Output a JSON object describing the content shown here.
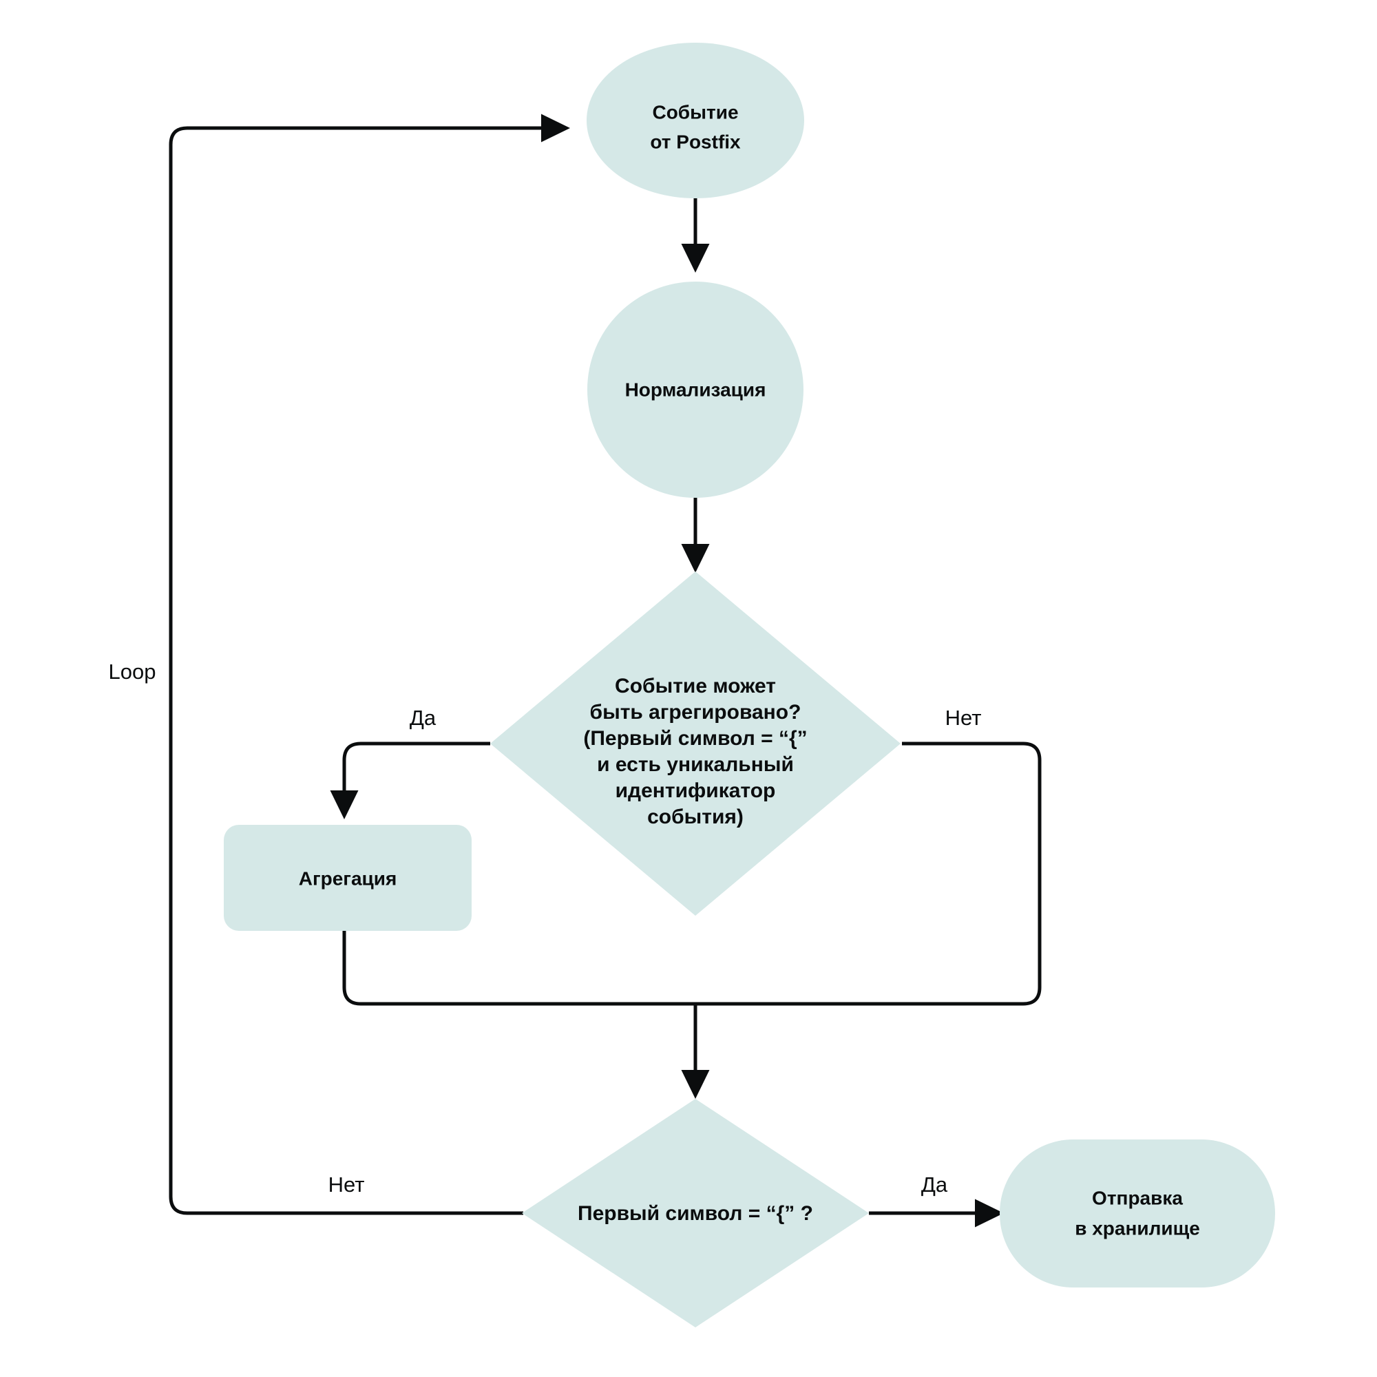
{
  "diagram": {
    "title": "Postfix event processing flowchart",
    "colors": {
      "node_fill": "#d5e8e7",
      "stroke": "#0b0d0e",
      "background": "#ffffff",
      "text": "#0b0d0e"
    },
    "nodes": {
      "event_source": {
        "shape": "ellipse",
        "lines": [
          "Событие",
          "от Postfix"
        ]
      },
      "normalization": {
        "shape": "circle",
        "lines": [
          "Нормализация"
        ]
      },
      "aggregate_decision": {
        "shape": "diamond",
        "lines": [
          "Событие может",
          "быть агрегировано?",
          "(Первый символ  = “{”",
          "и есть уникальный",
          "идентификатор",
          "события)"
        ]
      },
      "aggregation": {
        "shape": "rounded-rect",
        "lines": [
          "Агрегация"
        ]
      },
      "first_char_decision": {
        "shape": "diamond",
        "lines": [
          "Первый символ  = “{” ?"
        ]
      },
      "send_to_storage": {
        "shape": "stadium",
        "lines": [
          "Отправка",
          "в хранилище"
        ]
      }
    },
    "edge_labels": {
      "loop": "Loop",
      "aggregate_yes": "Да",
      "aggregate_no": "Нет",
      "firstchar_no": "Нет",
      "firstchar_yes": "Да"
    }
  }
}
